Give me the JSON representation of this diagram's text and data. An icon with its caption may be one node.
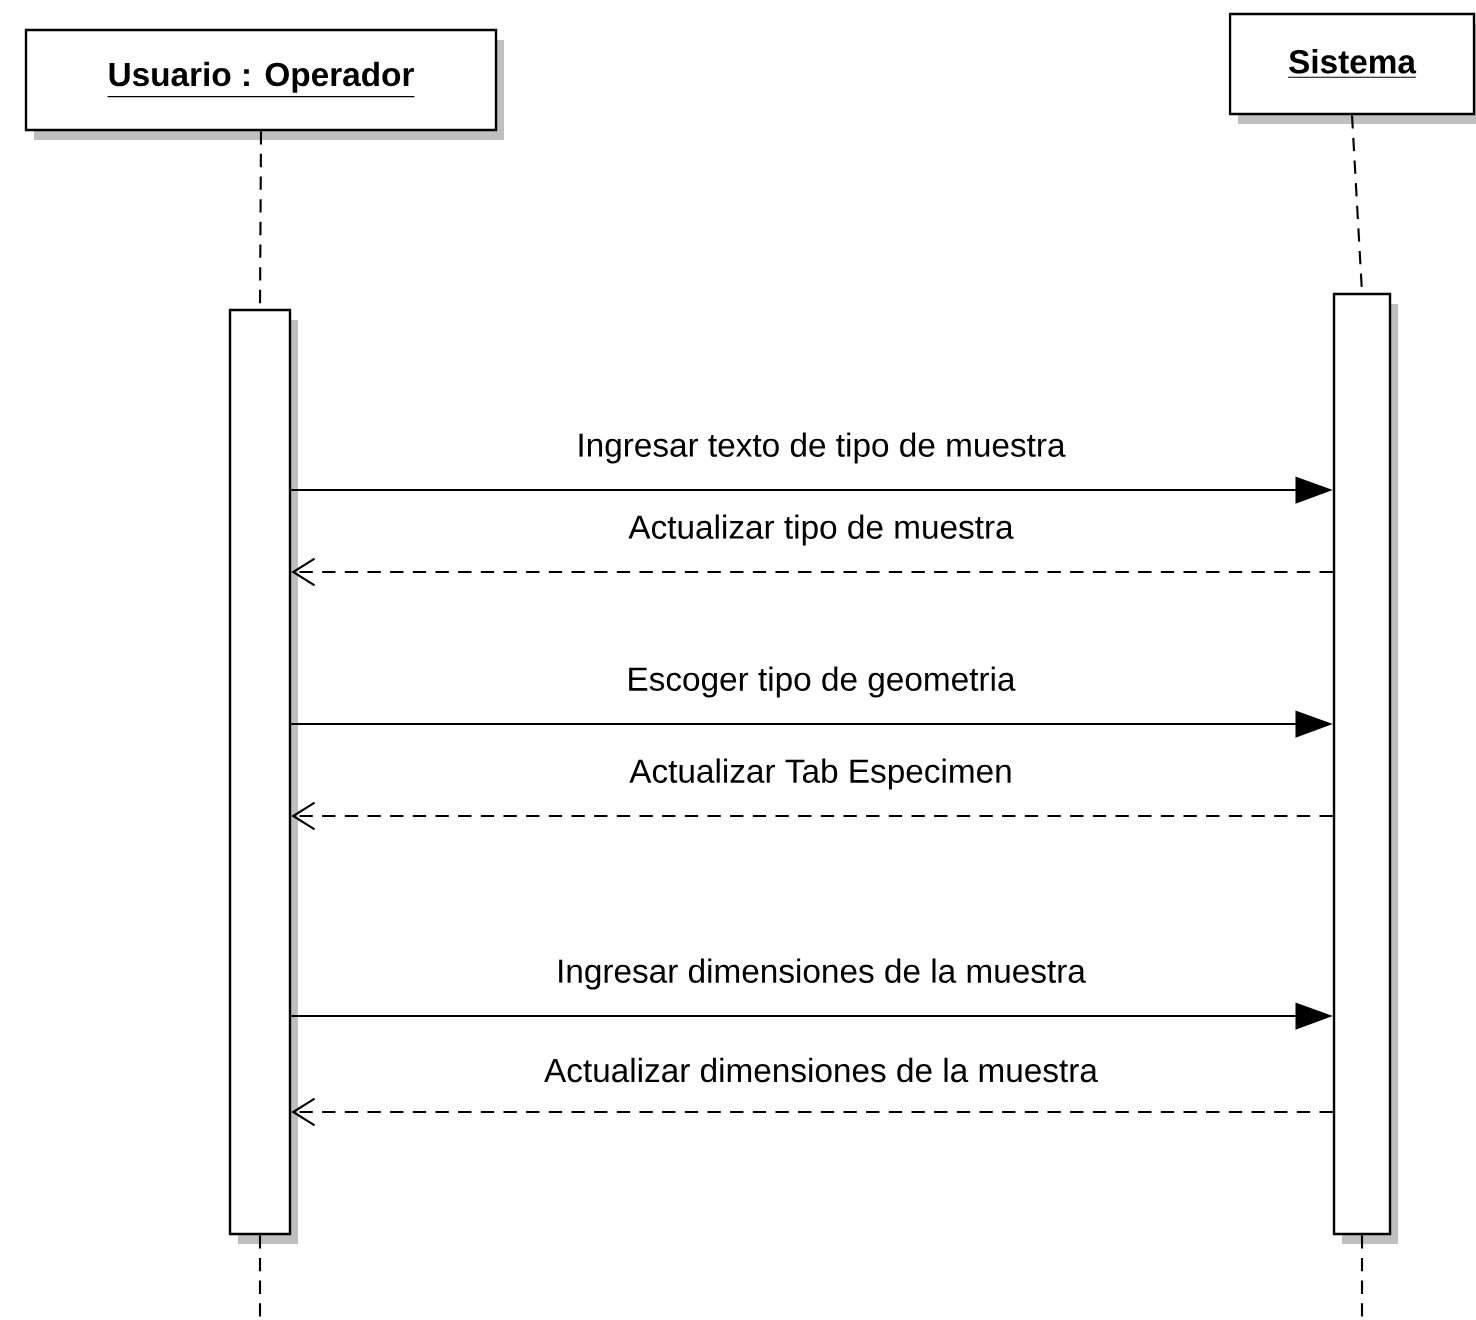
{
  "diagram": {
    "nodes": [
      {
        "text": [
          "Usuario : Operador"
        ]
      },
      {
        "text": [
          "Sistema"
        ]
      },
      {
        "text": [],
        "shape": "bar"
      },
      {
        "text": [],
        "shape": "bar"
      }
    ],
    "edges": [
      {
        "from": 0,
        "to": 2,
        "arrow": "none",
        "style": "dashed"
      },
      {
        "from": 1,
        "to": 3,
        "arrow": "none",
        "style": "dashed"
      },
      {
        "from": 2,
        "to": 3,
        "arrow": "to",
        "label": "Ingresar texto de tipo de muestra"
      },
      {
        "from": 3,
        "to": 2,
        "arrow": "to",
        "label": "Actualizar tipo de muestra",
        "style": "dashed"
      },
      {
        "from": 2,
        "to": 3,
        "arrow": "to",
        "label": "Escoger tipo de geometria"
      },
      {
        "from": 3,
        "to": 2,
        "arrow": "to",
        "label": "Actualizar Tab Especimen",
        "style": "dashed"
      },
      {
        "from": 2,
        "to": 3,
        "arrow": "to",
        "label": "Ingresar dimensiones de la muestra"
      },
      {
        "from": 3,
        "to": 2,
        "arrow": "to",
        "label": "Actualizar dimensiones de la muestra",
        "style": "dashed"
      },
      {
        "from": 2,
        "to": null,
        "arrow": "none",
        "style": "dashed"
      },
      {
        "from": 3,
        "to": null,
        "arrow": "none",
        "style": "dashed"
      }
    ]
  }
}
